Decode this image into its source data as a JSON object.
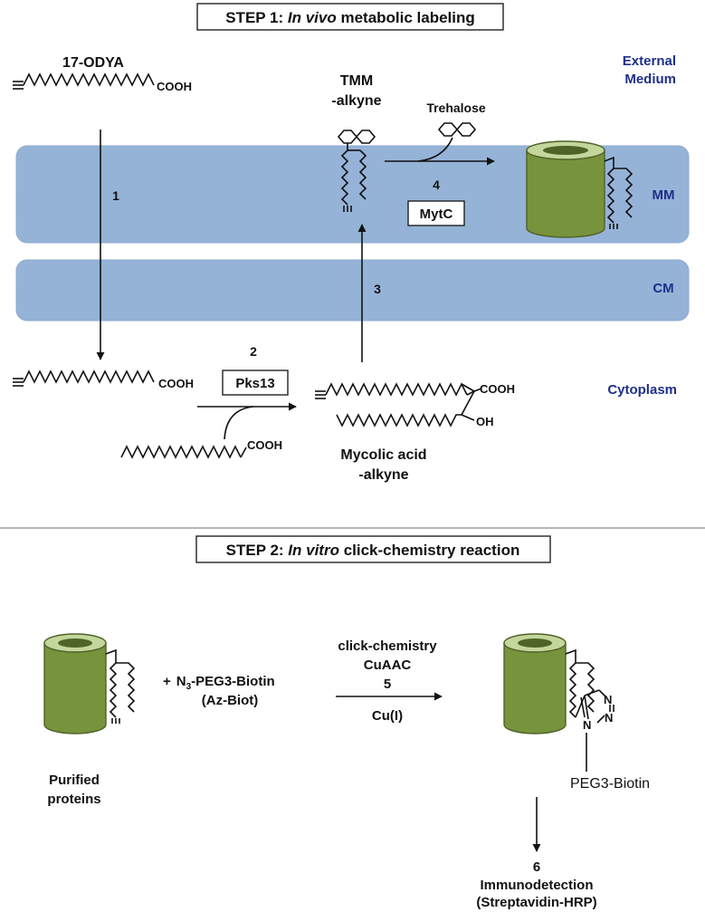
{
  "colors": {
    "membrane": "#95b3d7",
    "membrane_stroke": "#8eaad0",
    "compartment_text": "#1f2f8a",
    "protein_body": "#77933c",
    "protein_top": "#c3d69b",
    "protein_stroke": "#4f6228"
  },
  "step1": {
    "title_prefix": "STEP 1: ",
    "title_italic": "In vivo",
    "title_suffix": " metabolic labeling"
  },
  "step2": {
    "title_prefix": "STEP 2: ",
    "title_italic": "In vitro",
    "title_suffix": " click-chemistry reaction"
  },
  "compartments": {
    "external_line1": "External",
    "external_line2": "Medium",
    "mm": "MM",
    "cm": "CM",
    "cytoplasm": "Cytoplasm"
  },
  "molecules": {
    "odya": "17-ODYA",
    "cooh": "COOH",
    "oh": "OH",
    "tmm_line1": "TMM",
    "tmm_line2": "-alkyne",
    "trehalose": "Trehalose",
    "mycolic_line1": "Mycolic acid",
    "mycolic_line2": "-alkyne"
  },
  "enzymes": {
    "pks13": "Pks13",
    "mytc": "MytC"
  },
  "steps": {
    "s1": "1",
    "s2": "2",
    "s3": "3",
    "s4": "4",
    "s5": "5",
    "s6": "6"
  },
  "reaction": {
    "plus": "+",
    "n3": "N",
    "n3_sub": "3",
    "reagent_rest": "-PEG3-Biotin",
    "reagent_line2": "(Az-Biot)",
    "click_line1": "click-chemistry",
    "click_line2": "CuAAC",
    "catalyst": "Cu(I)",
    "purified_line1": "Purified",
    "purified_line2": "proteins",
    "n_atom": "N",
    "peg_label": "PEG3-Biotin",
    "immuno_line1": "Immunodetection",
    "immuno_line2": "(Streptavidin-HRP)"
  }
}
